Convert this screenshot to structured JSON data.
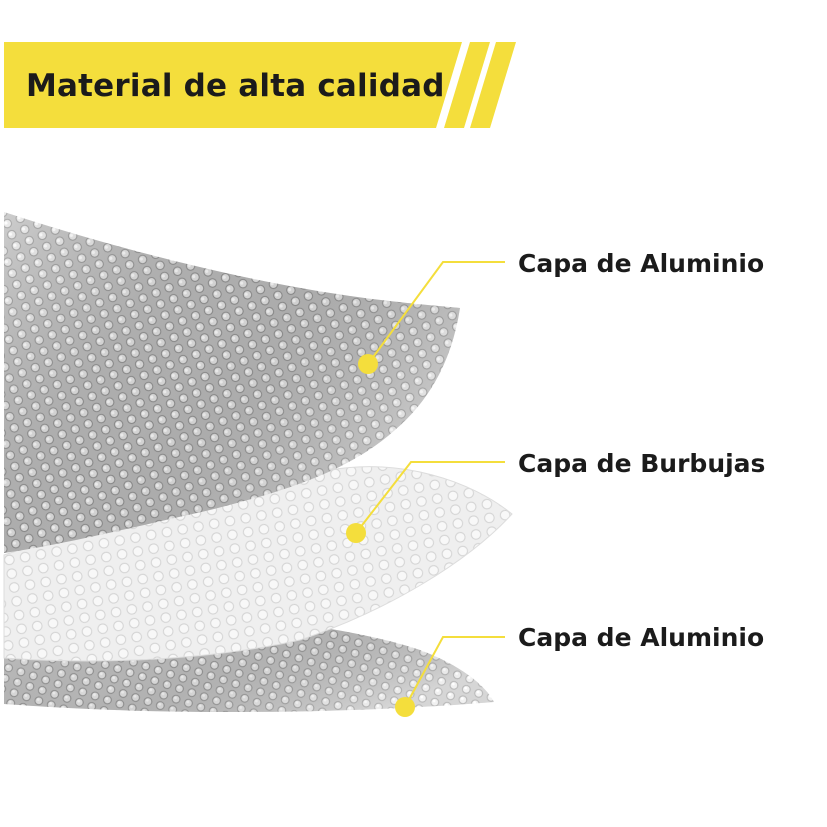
{
  "banner": {
    "title": "Material de alta calidad",
    "color": "#F4DE3C"
  },
  "layers": [
    {
      "label": "Capa de Aluminio",
      "material": "aluminum"
    },
    {
      "label": "Capa de Burbujas",
      "material": "bubble"
    },
    {
      "label": "Capa de Aluminio",
      "material": "aluminum"
    }
  ],
  "colors": {
    "text": "#1b1b1b",
    "accent": "#F4DE3C",
    "aluminum": "#b9b9b9",
    "bubble": "#ececec"
  }
}
